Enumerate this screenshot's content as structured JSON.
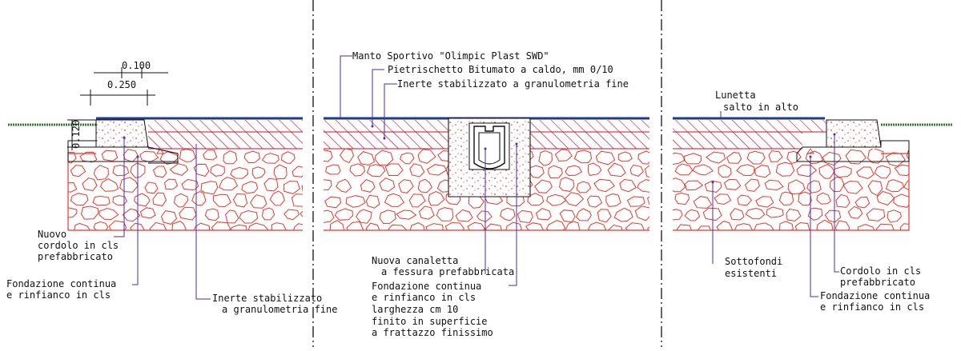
{
  "dimensions": {
    "d1": "0.100",
    "d2": "0.250",
    "d3": "0.120"
  },
  "labels": {
    "manto": "Manto Sportivo \"Olimpic Plast SWD\"",
    "pietrischetto": "Pietrischetto Bitumato a caldo, mm 0/10",
    "inerte_top": "Inerte stabilizzato a granulometria fine",
    "lunetta_1": "Lunetta",
    "lunetta_2": "salto in alto",
    "nuovo_cordolo_1": "Nuovo",
    "nuovo_cordolo_2": "cordolo in cls",
    "nuovo_cordolo_3": "prefabbricato",
    "fond_left_1": "Fondazione continua",
    "fond_left_2": "e rinfianco in cls",
    "inerte_bottom_1": "Inerte stabilizzato",
    "inerte_bottom_2": "a granulometria fine",
    "canaletta_1": "Nuova canaletta",
    "canaletta_2": "a fessura prefabbricata",
    "fond_center_1": "Fondazione continua",
    "fond_center_2": "e rinfianco in cls",
    "fond_center_3": "larghezza  cm 10",
    "fond_center_4": "finito in superficie",
    "fond_center_5": "a frattazzo finissimo",
    "sottofondi_1": "Sottofondi",
    "sottofondi_2": "esistenti",
    "cordolo_right_1": "Cordolo in cls",
    "cordolo_right_2": "prefabbricato",
    "fond_right_1": "Fondazione continua",
    "fond_right_2": "e rinfianco in cls"
  },
  "colors": {
    "stone": "#e8372c",
    "hatch": "#c8102e",
    "surface": "#1e3a8a",
    "leader": "#4b2bb0",
    "concrete": "#d23b3b",
    "ink": "#111111",
    "grass": "#2f7d32"
  }
}
